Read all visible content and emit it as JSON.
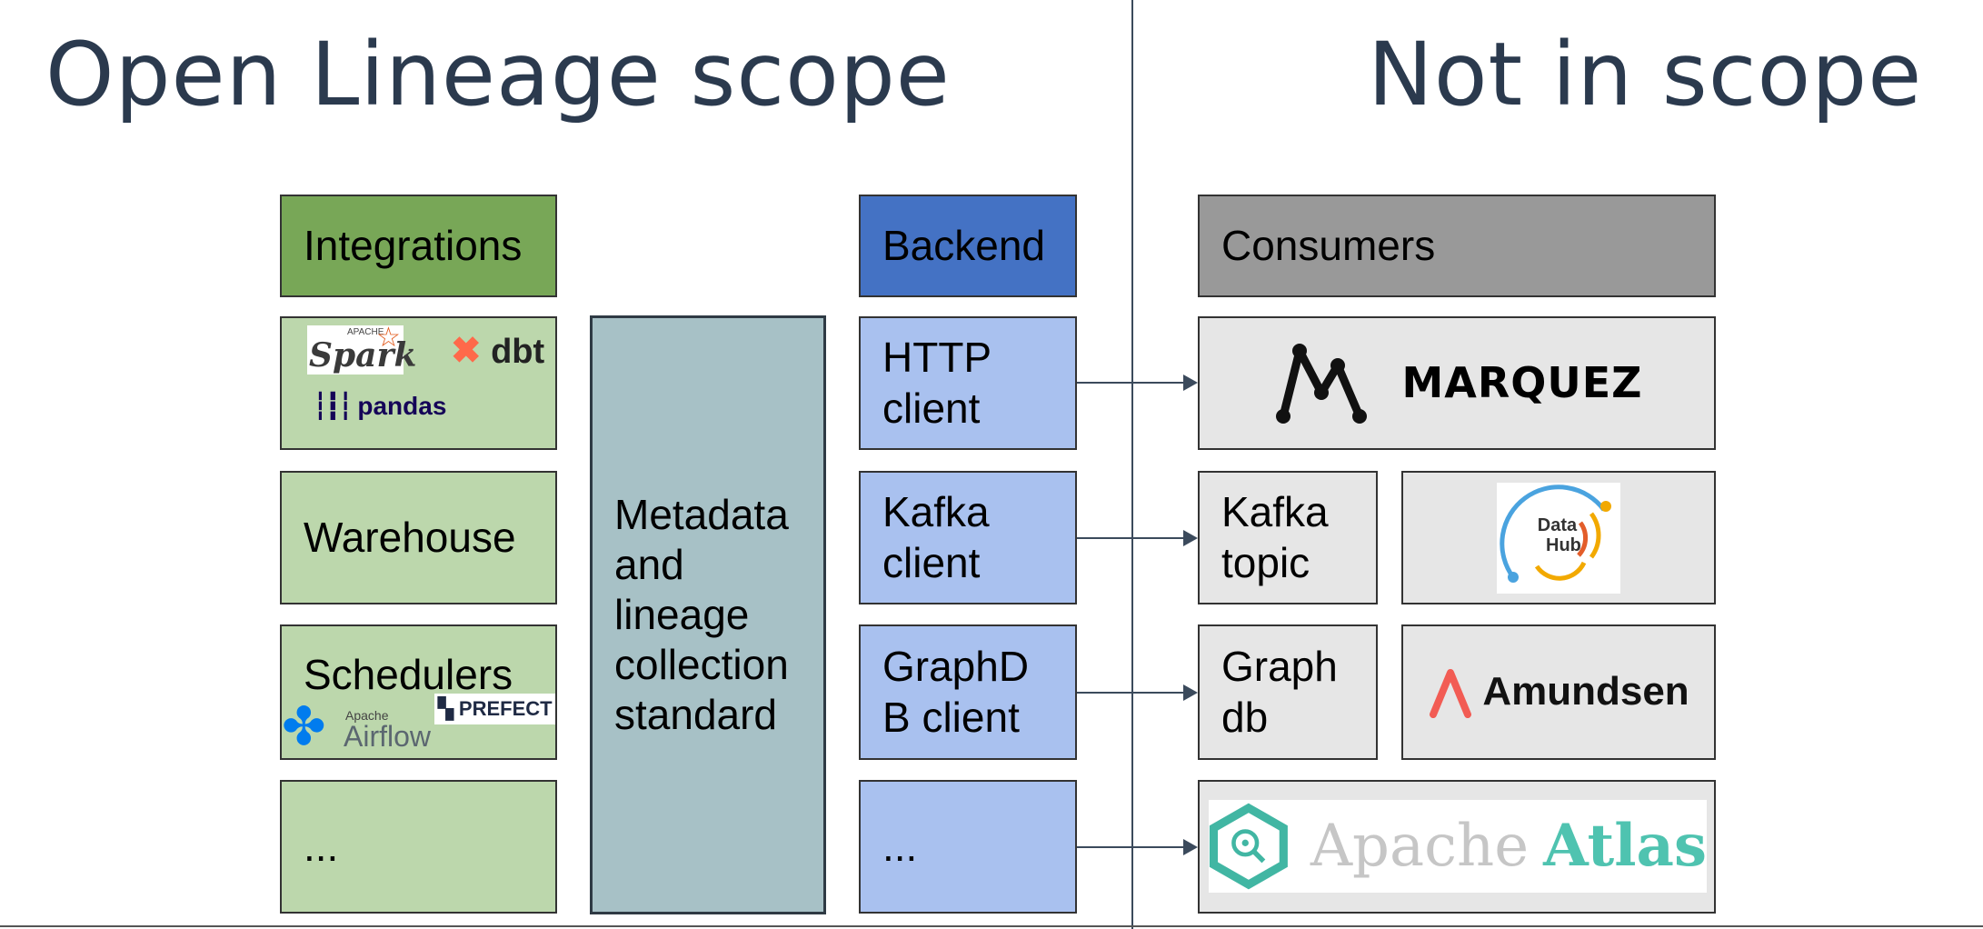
{
  "titles": {
    "left": "Open Lineage scope",
    "right": "Not in scope"
  },
  "integrations": {
    "header": "Integrations",
    "logos": {
      "spark_top": "APACHE",
      "spark": "Spark",
      "dbt": "dbt",
      "pandas": "pandas"
    },
    "warehouse": "Warehouse",
    "schedulers": "Schedulers",
    "scheduler_logos": {
      "airflow_top": "Apache",
      "airflow": "Airflow",
      "prefect": "PREFECT"
    },
    "more": "..."
  },
  "metadata": {
    "line1": "Metadata",
    "line2": "and",
    "line3": "lineage",
    "line4": "collection",
    "line5": "standard"
  },
  "backend": {
    "header": "Backend",
    "http": [
      "HTTP",
      "client"
    ],
    "kafka": [
      "Kafka",
      "client"
    ],
    "graphdb": [
      "GraphD",
      "B client"
    ],
    "more": "..."
  },
  "consumers": {
    "header": "Consumers",
    "marquez": "MARQUEZ",
    "kafka_topic": [
      "Kafka",
      "topic"
    ],
    "datahub": [
      "Data",
      "Hub"
    ],
    "graph_db": [
      "Graph",
      "db"
    ],
    "amundsen": "Amundsen",
    "atlas": {
      "apache": "Apache",
      "atlas": "Atlas"
    }
  },
  "colors": {
    "header_green": "#78a757",
    "green": "#bcd7ac",
    "header_blue": "#4472c4",
    "blue": "#a9c1ef",
    "header_grey": "#999999",
    "grey": "#e6e6e6",
    "metadata": "#a7c1c6",
    "title": "#2b3a4e"
  }
}
